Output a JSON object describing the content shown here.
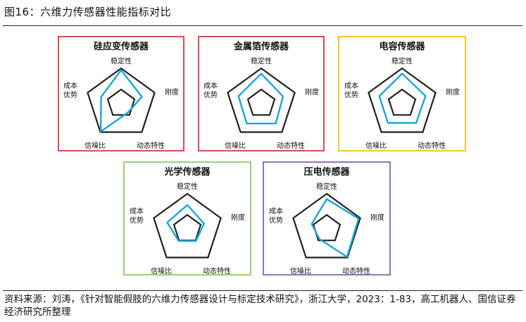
{
  "figure": {
    "title": "图16：六维力传感器性能指标对比",
    "source": "资料来源：刘涛，《针对智能假肢的六维力传感器设计与标定技术研究》，浙江大学，2023：1-83，高工机器人、国信证券经济研究所整理"
  },
  "colors": {
    "axis_pentagon": "#222222",
    "data_polygon": "#1aa7d6"
  },
  "chart_data": [
    {
      "type": "radar",
      "title": "硅应变传感器",
      "border_color": "#c8252b",
      "axes": [
        "稳定性",
        "刚度",
        "动态特性",
        "信噪比",
        "成本\n优势"
      ],
      "values": [
        0.95,
        0.62,
        0.32,
        0.98,
        0.6
      ],
      "scale": [
        0,
        1
      ]
    },
    {
      "type": "radar",
      "title": "金属箔传感器",
      "border_color": "#c8252b",
      "axes": [
        "稳定性",
        "刚度",
        "动态特性",
        "信噪比",
        "成本\n优势"
      ],
      "values": [
        0.85,
        0.65,
        0.7,
        0.7,
        0.68
      ],
      "scale": [
        0,
        1
      ]
    },
    {
      "type": "radar",
      "title": "电容传感器",
      "border_color": "#f2b900",
      "axes": [
        "稳定性",
        "刚度",
        "动态特性",
        "信噪比",
        "成本\n优势"
      ],
      "values": [
        0.85,
        0.7,
        0.68,
        0.68,
        0.68
      ],
      "scale": [
        0,
        1
      ]
    },
    {
      "type": "radar",
      "title": "光学传感器",
      "border_color": "#86c154",
      "axes": [
        "稳定性",
        "刚度",
        "动态特性",
        "信噪比",
        "成本\n优势"
      ],
      "values": [
        0.68,
        0.5,
        0.42,
        0.42,
        0.6
      ],
      "scale": [
        0,
        1
      ]
    },
    {
      "type": "radar",
      "title": "压电传感器",
      "border_color": "#7b4fa8",
      "axes": [
        "稳定性",
        "刚度",
        "动态特性",
        "信噪比",
        "成本\n优势"
      ],
      "values": [
        0.85,
        0.95,
        0.98,
        0.35,
        0.45
      ],
      "scale": [
        0,
        1
      ]
    }
  ]
}
